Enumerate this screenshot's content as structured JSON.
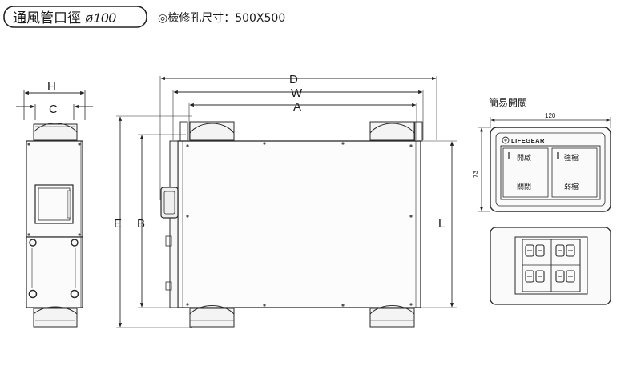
{
  "header": {
    "duct_label": "通風管口徑",
    "duct_size": "ø100",
    "inspection_text": "◎檢修孔尺寸：500X500"
  },
  "dimensions": {
    "H": "H",
    "C": "C",
    "D": "D",
    "W": "W",
    "A": "A",
    "E": "E",
    "B": "B",
    "L": "L"
  },
  "switch_panel": {
    "title": "簡易開關",
    "width_dim": "120",
    "height_dim": "73",
    "brand": "LIFEGEAR",
    "keys": {
      "on": "開啟",
      "off": "關閉",
      "strong": "強檔",
      "weak": "弱檔"
    }
  }
}
